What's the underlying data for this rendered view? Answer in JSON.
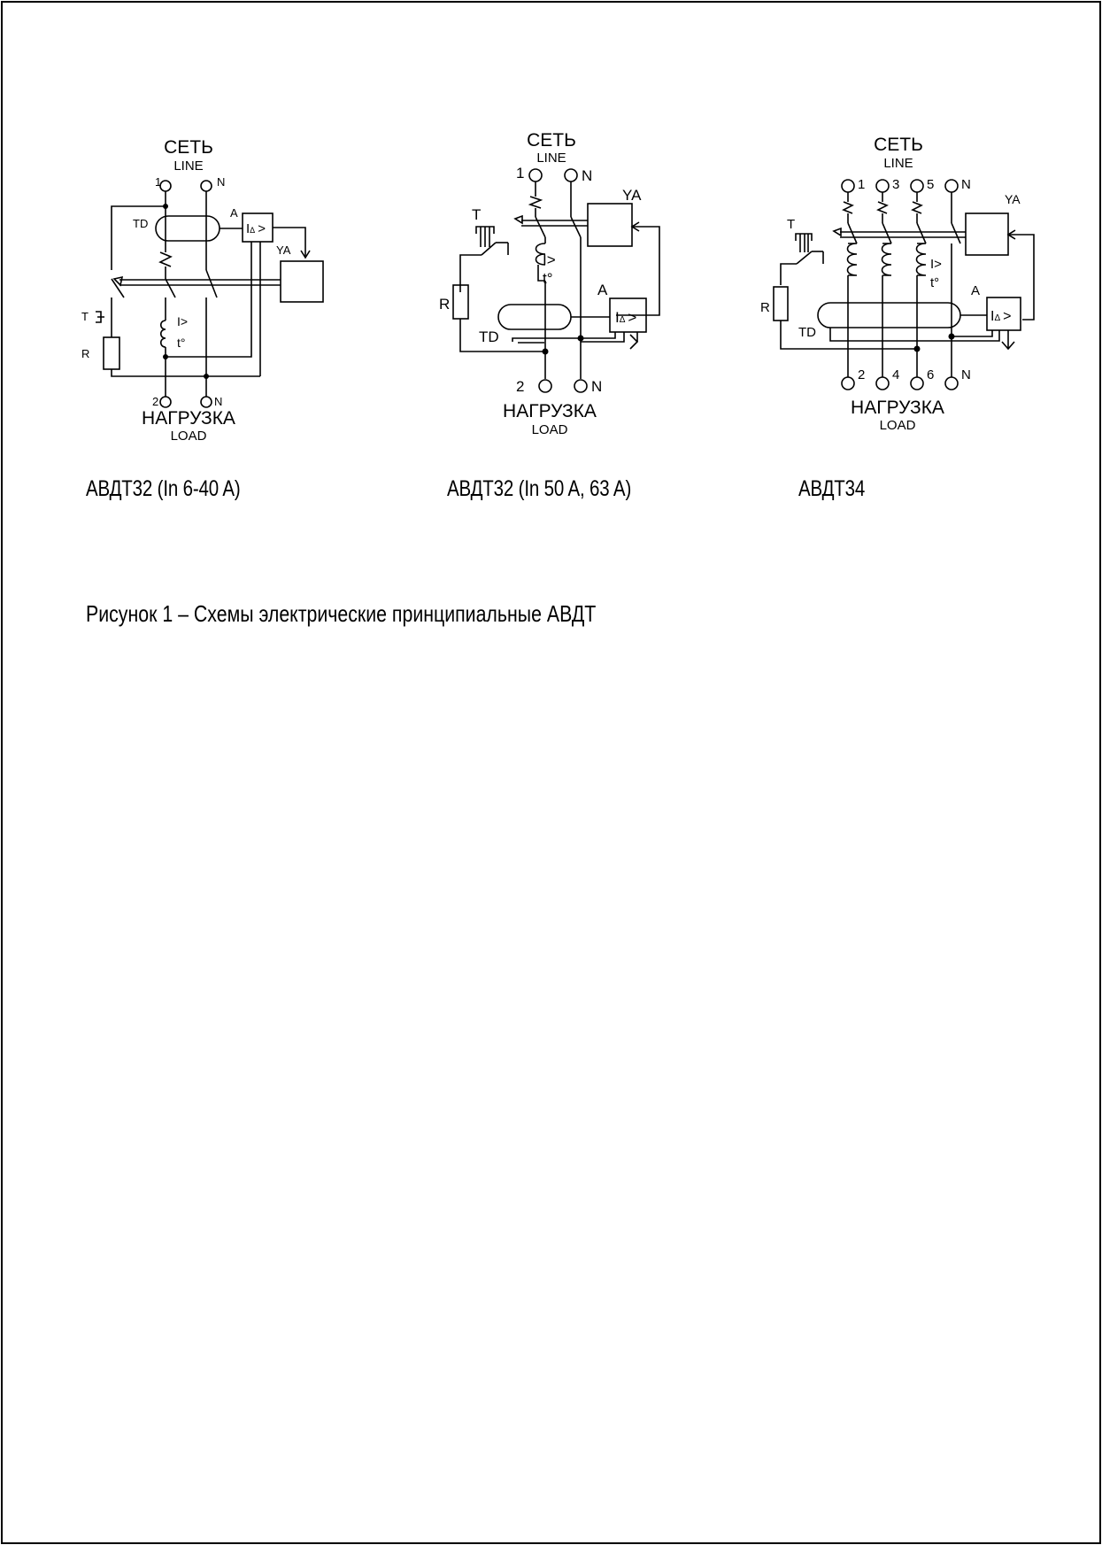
{
  "diagrams": [
    {
      "line_ru": "СЕТЬ",
      "line_en": "LINE",
      "load_ru": "НАГРУЗКА",
      "load_en": "LOAD",
      "top_terminals": [
        "1",
        "N"
      ],
      "bottom_terminals": [
        "2",
        "N"
      ],
      "labels": {
        "td": "TD",
        "a": "A",
        "ya": "YA",
        "t": "T",
        "r": "R",
        "overcurrent": "I>",
        "thermal": "t°",
        "diff": "I",
        "diff_sub": "Δ",
        "diff_gt": ">"
      },
      "caption": "АВДТ32 (In 6-40 A)"
    },
    {
      "line_ru": "СЕТЬ",
      "line_en": "LINE",
      "load_ru": "НАГРУЗКА",
      "load_en": "LOAD",
      "top_terminals": [
        "1",
        "N"
      ],
      "bottom_terminals": [
        "2",
        "N"
      ],
      "labels": {
        "td": "TD",
        "a": "A",
        "ya": "YA",
        "t": "T",
        "r": "R",
        "overcurrent": "I>",
        "thermal": "t°",
        "diff": "I",
        "diff_sub": "Δ",
        "diff_gt": ">"
      },
      "caption": "АВДТ32 (In 50 A, 63 A)"
    },
    {
      "line_ru": "СЕТЬ",
      "line_en": "LINE",
      "load_ru": "НАГРУЗКА",
      "load_en": "LOAD",
      "top_terminals": [
        "1",
        "3",
        "5",
        "N"
      ],
      "bottom_terminals": [
        "2",
        "4",
        "6",
        "N"
      ],
      "labels": {
        "td": "TD",
        "a": "A",
        "ya": "YA",
        "t": "T",
        "r": "R",
        "overcurrent": "I>",
        "thermal": "t°",
        "diff": "I",
        "diff_sub": "Δ",
        "diff_gt": ">"
      },
      "caption": "АВДТ34"
    }
  ],
  "figure_caption": "Рисунок  1 – Схемы электрические принципиальные АВДТ"
}
